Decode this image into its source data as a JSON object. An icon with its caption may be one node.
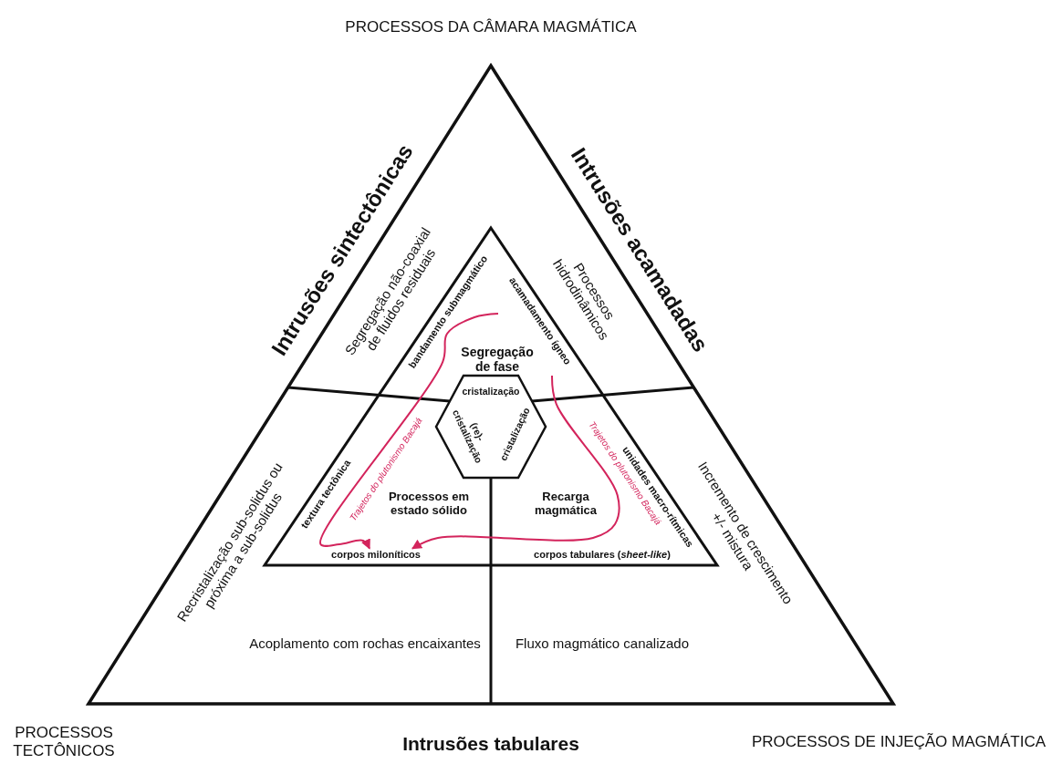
{
  "diagram": {
    "nodes": [
      {
        "text": [],
        "shape": "triangle"
      },
      {
        "text": [],
        "shape": "triangle",
        "in": 0
      },
      {
        "text": [
          "cristalização",
          "(re)- cristalização",
          "cristalização"
        ],
        "in": 1
      },
      {
        "text": [
          "corpos miloníticos"
        ],
        "in": 1
      }
    ],
    "edges": [
      {
        "from": null,
        "to": 3,
        "arrow": "to",
        "label": "Trajetos do plutonismo Bacajá"
      },
      {
        "from": null,
        "to": 3,
        "arrow": "to",
        "label": "Trajetos do plutonismo Bacajá"
      }
    ],
    "labels": [
      "PROCESSOS DA CÂMARA MAGMÁTICA",
      "Intrusões sintectônicas",
      "Segregação não-coaxial de fluidos residuais",
      "bandamento submagmático",
      "acamadamento ígneo",
      "Processos hidrodinâmicos",
      "Intrusões acamadadas",
      "Segregação de fase",
      "Recristalização sub-solidus ou próxima a sub-solidus",
      "textura tectônica",
      "Processos em estado sólido",
      "Recarga magmática",
      "unidades macro-rítmicas",
      "Incremento de crescimento +/- mistura",
      "corpos tabulares (*sheet-like*)",
      "Acoplamento com rochas encaixantes",
      "Fluxo magmático canalizado",
      "PROCESSOS TECTÔNICOS",
      "Intrusões tabulares",
      "PROCESSOS DE INJEÇÃO MAGMÁTICA"
    ]
  }
}
